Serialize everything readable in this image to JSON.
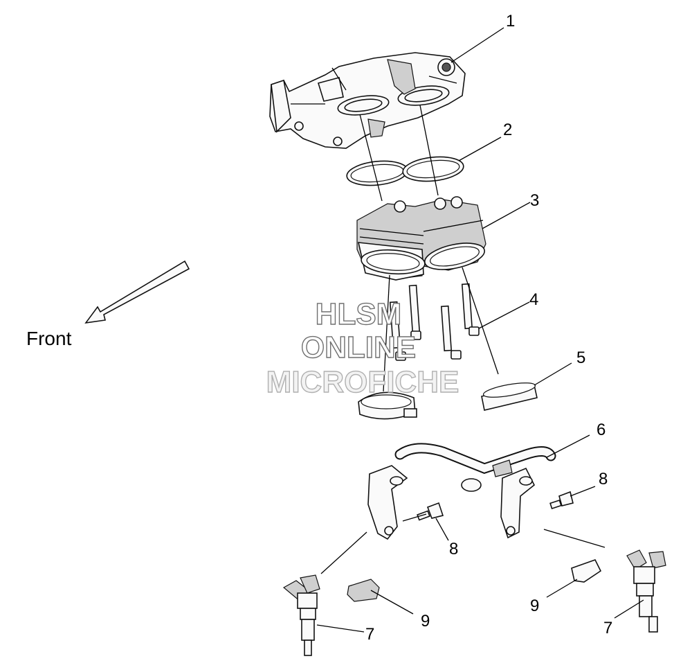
{
  "direction_label": "Front",
  "callouts": [
    {
      "id": "c1",
      "number": "1"
    },
    {
      "id": "c2",
      "number": "2"
    },
    {
      "id": "c3",
      "number": "3"
    },
    {
      "id": "c4",
      "number": "4"
    },
    {
      "id": "c5",
      "number": "5"
    },
    {
      "id": "c6",
      "number": "6"
    },
    {
      "id": "c8a",
      "number": "8"
    },
    {
      "id": "c8b",
      "number": "8"
    },
    {
      "id": "c9a",
      "number": "9"
    },
    {
      "id": "c9b",
      "number": "9"
    },
    {
      "id": "c7a",
      "number": "7"
    },
    {
      "id": "c7b",
      "number": "7"
    }
  ],
  "watermark": {
    "line1": "HLSM",
    "line2": "ONLINE",
    "line3": "MICROFICHE"
  }
}
